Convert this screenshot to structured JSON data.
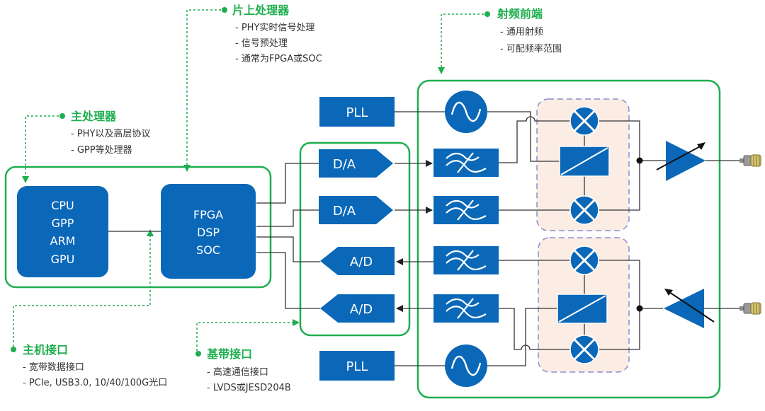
{
  "colors": {
    "block_blue": "#0b68b8",
    "group_green": "#1fae4f",
    "mixer_group_fill": "#fbece4",
    "mixer_group_border": "#8a8fd0",
    "wire": "#333333"
  },
  "annotations": {
    "main_processor": {
      "title": "主处理器",
      "items": [
        "- PHY以及高层协议",
        "- GPP等处理器"
      ]
    },
    "onchip_processor": {
      "title": "片上处理器",
      "items": [
        "- PHY实时信号处理",
        "- 信号预处理",
        "- 通常为FPGA或SOC"
      ]
    },
    "rf_frontend": {
      "title": "射频前端",
      "items": [
        "- 通用射频",
        "- 可配频率范围"
      ]
    },
    "host_interface": {
      "title": "主机接口",
      "items": [
        "- 宽带数据接口",
        "- PCIe, USB3.0, 10/40/100G光口"
      ]
    },
    "baseband_interface": {
      "title": "基带接口",
      "items": [
        "- 高速通信接口",
        "- LVDS或JESD204B"
      ]
    }
  },
  "blocks": {
    "cpu": {
      "lines": [
        "CPU",
        "GPP",
        "ARM",
        "GPU"
      ]
    },
    "fpga": {
      "lines": [
        "FPGA",
        "DSP",
        "SOC"
      ]
    },
    "converters": [
      "D/A",
      "D/A",
      "A/D",
      "A/D"
    ],
    "pll_top": "PLL",
    "pll_bottom": "PLL"
  },
  "icons": {
    "oscillator": "sine-wave-icon",
    "filter": "bandpass-filter-icon",
    "mixer": "mixer-x-icon",
    "phase_shifter": "hybrid-splitter-icon",
    "amplifier": "variable-gain-amplifier-icon",
    "connector": "sma-connector-icon"
  }
}
